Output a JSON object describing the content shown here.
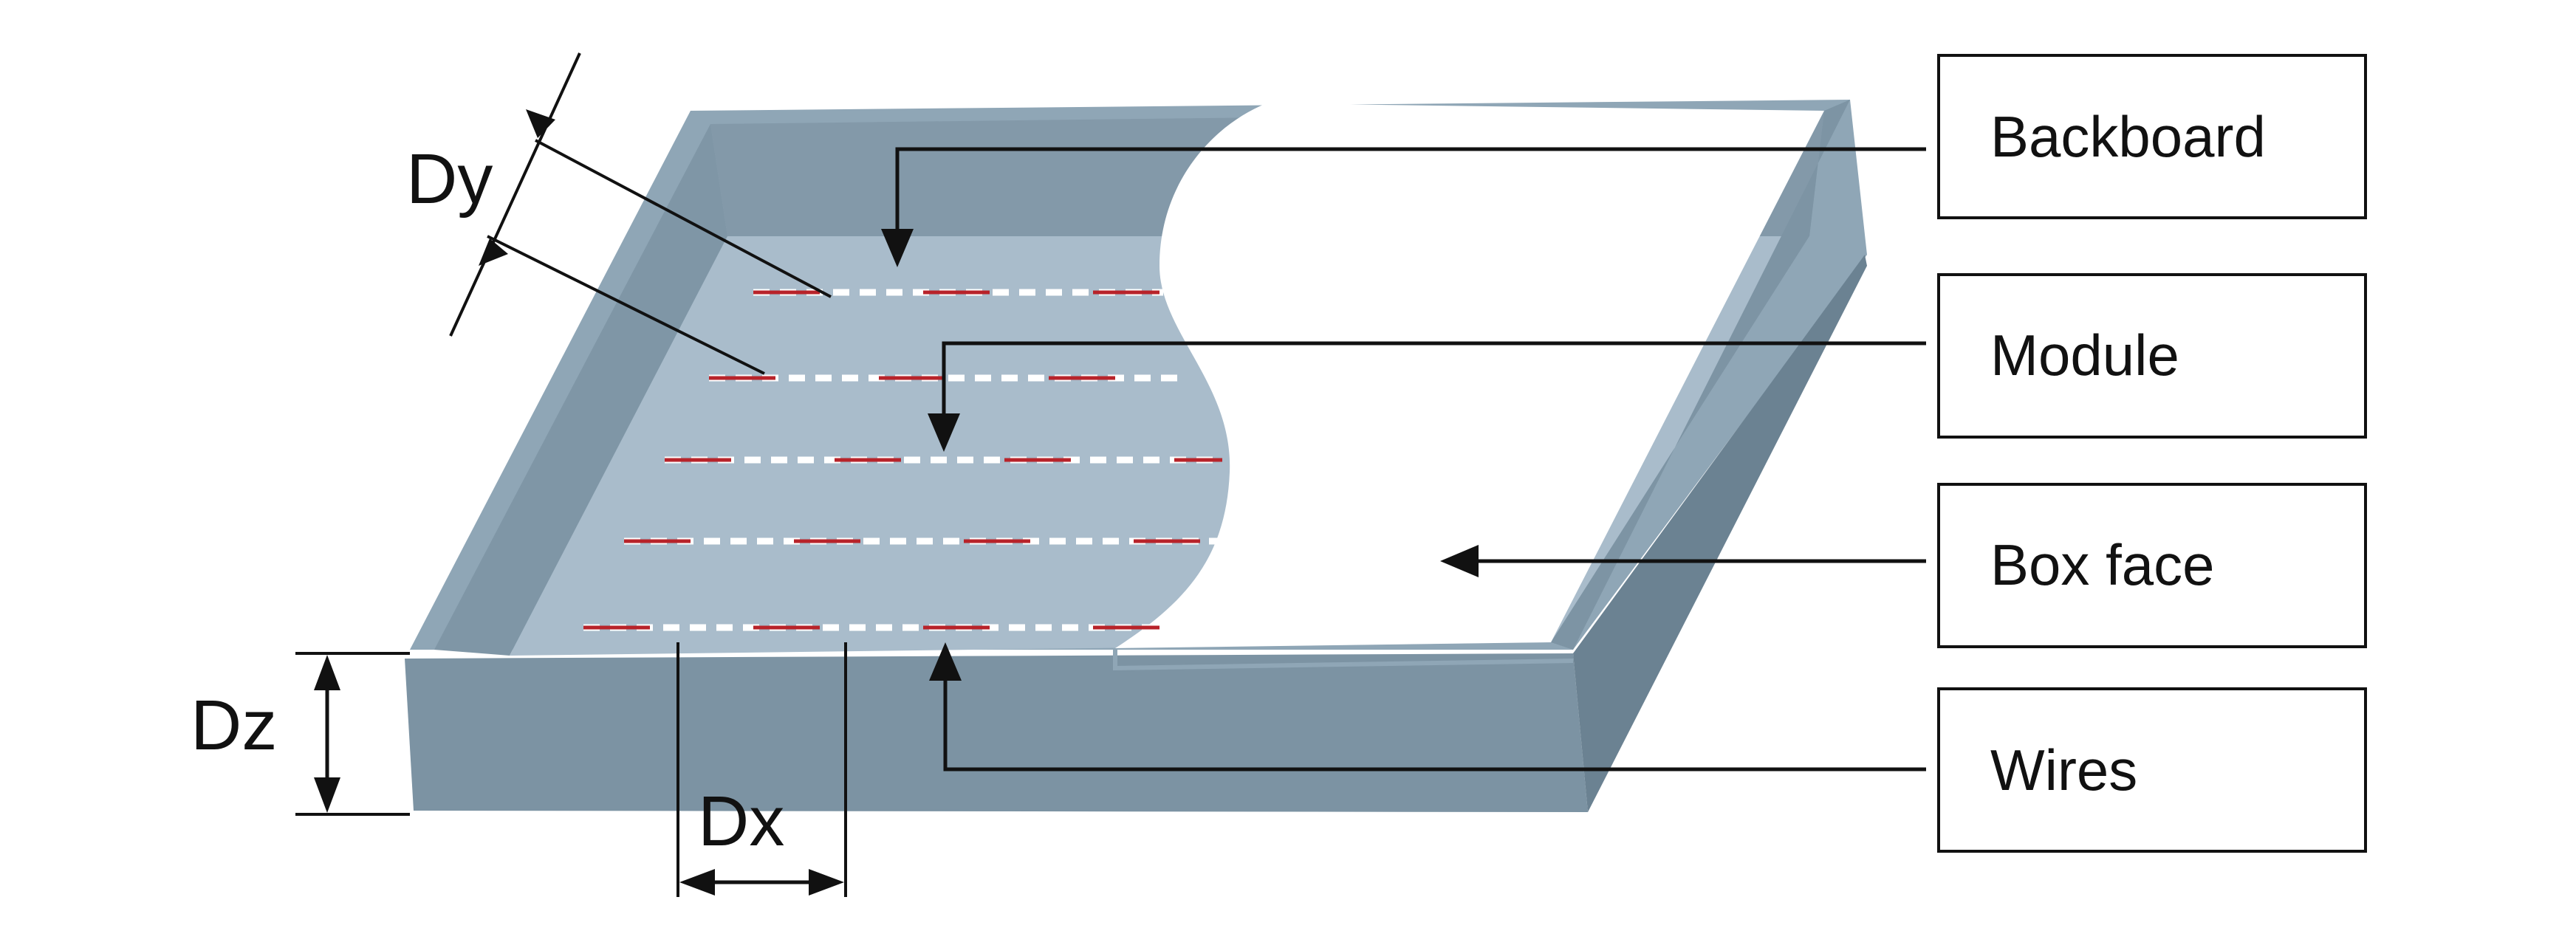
{
  "labels": {
    "backboard": "Backboard",
    "module": "Module",
    "box_face": "Box face",
    "wires": "Wires"
  },
  "dimensions": {
    "dx": "Dx",
    "dy": "Dy",
    "dz": "Dz"
  },
  "colors": {
    "box_top": "#8fa6b6",
    "box_front": "#7c93a3",
    "box_side": "#6b8292",
    "inner_wall": "#7f96a6",
    "floor": "#a9bccb",
    "wire_red": "#b8232a",
    "wire_white": "#ffffff",
    "box_face": "#ffffff",
    "ink": "#111111"
  }
}
